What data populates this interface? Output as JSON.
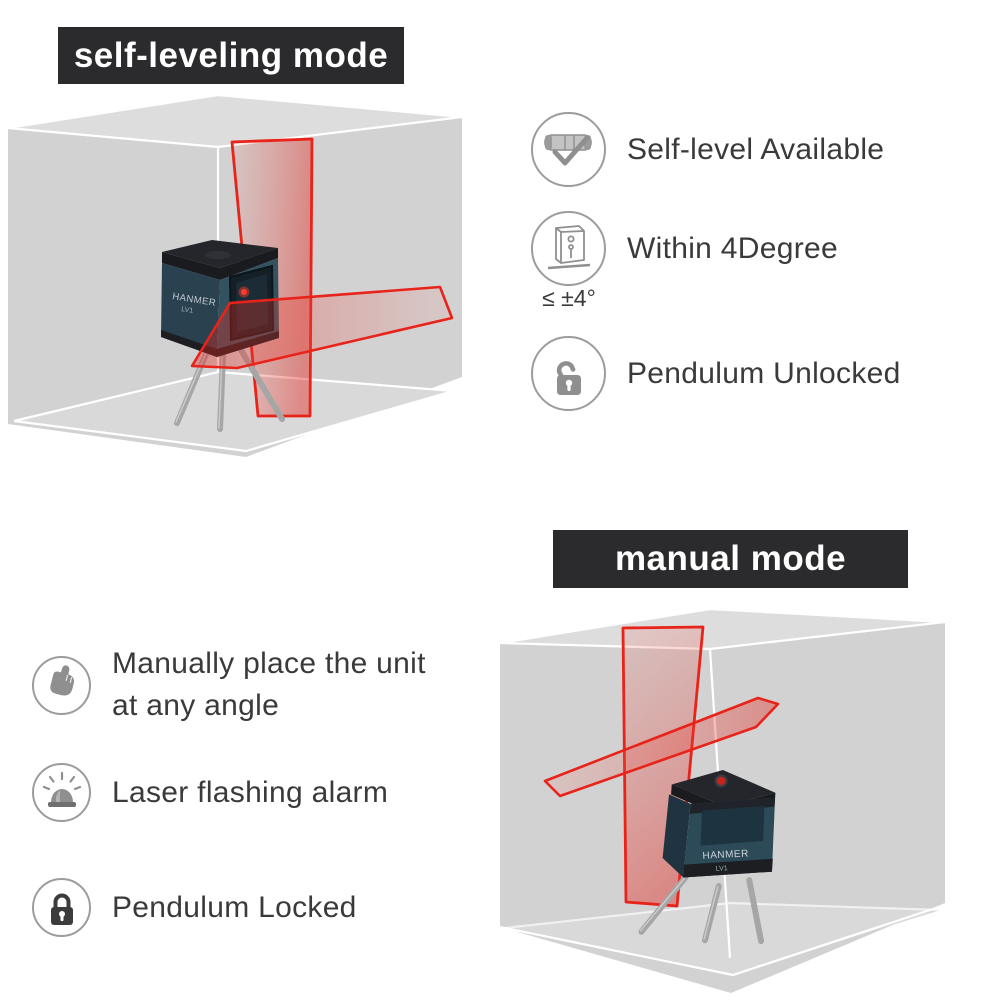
{
  "sections": {
    "self_leveling": {
      "banner": "self-leveling mode",
      "features": [
        {
          "icon": "level-vial-check-icon",
          "label": "Self-level Available"
        },
        {
          "icon": "pendulum-device-icon",
          "label": "Within 4Degree",
          "sub_label": "≤ ±4°"
        },
        {
          "icon": "padlock-open-icon",
          "label": "Pendulum Unlocked"
        }
      ]
    },
    "manual": {
      "banner": "manual mode",
      "features": [
        {
          "icon": "pointing-hand-icon",
          "label": "Manually place the unit",
          "label_line_2": "at any angle"
        },
        {
          "icon": "siren-icon",
          "label": "Laser flashing alarm"
        },
        {
          "icon": "padlock-closed-icon",
          "label": "Pendulum Locked"
        }
      ]
    }
  },
  "device": {
    "brand": "HANMER",
    "model": "LV1"
  },
  "colors": {
    "banner_background": "#2b2b2d",
    "banner_text": "#ffffff",
    "label_text": "#3a3a3a",
    "laser_red": "#e8231a",
    "laser_fill": "rgba(230,35,25,0.30)",
    "room_gray": "#d2d2d2",
    "device_body": "#2d4a59",
    "tripod_gray": "#a6a6a6",
    "icon_gray": "#8f8f8f"
  }
}
